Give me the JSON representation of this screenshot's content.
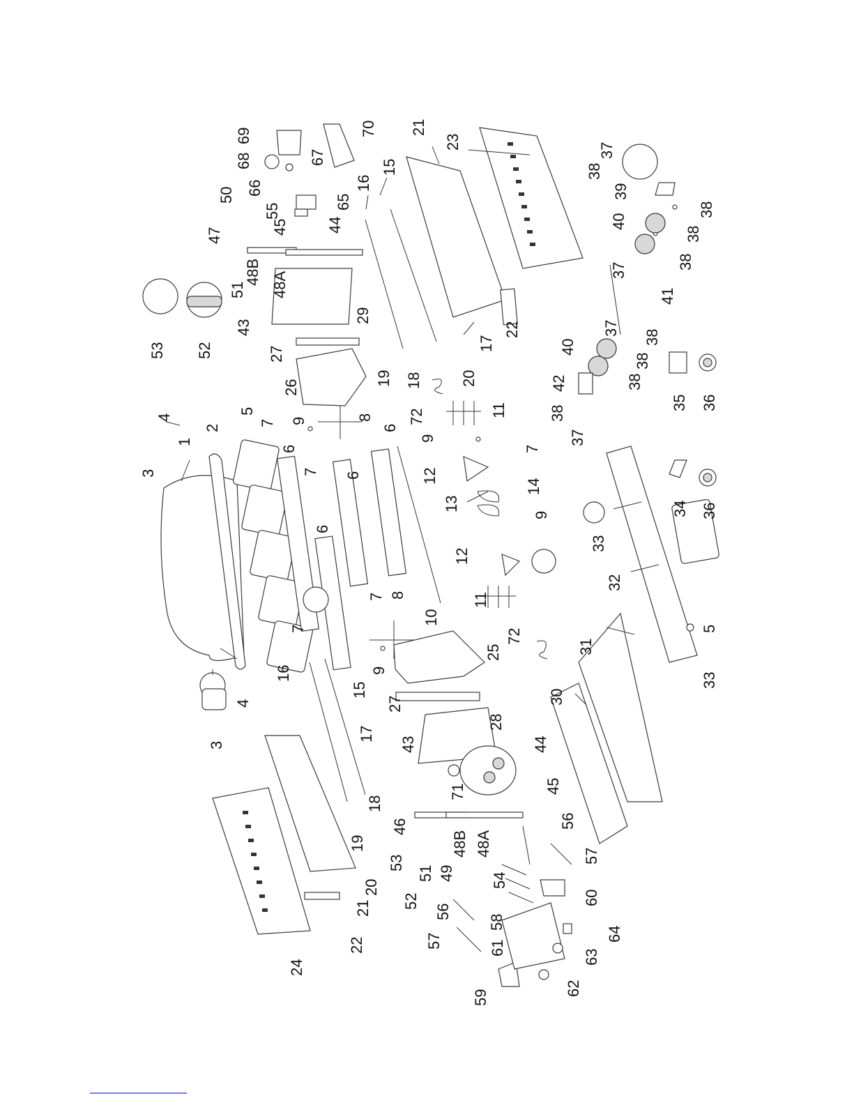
{
  "labels": {
    "p1": "1",
    "p2": "2",
    "p3a": "3",
    "p3b": "3",
    "p4a": "4",
    "p4b": "4",
    "p5a": "5",
    "p5b": "5",
    "p6a": "6",
    "p6b": "6",
    "p6c": "6",
    "p6d": "6",
    "p7a": "7",
    "p7b": "7",
    "p7c": "7",
    "p7d": "7",
    "p7e": "7",
    "p8a": "8",
    "p8b": "8",
    "p9a": "9",
    "p9b": "9",
    "p9c": "9",
    "p9d": "9",
    "p10": "10",
    "p11a": "11",
    "p11b": "11",
    "p12a": "12",
    "p12b": "12",
    "p13": "13",
    "p14": "14",
    "p15a": "15",
    "p15b": "15",
    "p16a": "16",
    "p16b": "16",
    "p17a": "17",
    "p17b": "17",
    "p18a": "18",
    "p18b": "18",
    "p19a": "19",
    "p19b": "19",
    "p20a": "20",
    "p20b": "20",
    "p21a": "21",
    "p21b": "21",
    "p22a": "22",
    "p22b": "22",
    "p23": "23",
    "p24": "24",
    "p25": "25",
    "p26": "26",
    "p27a": "27",
    "p27b": "27",
    "p28": "28",
    "p29": "29",
    "p30": "30",
    "p31": "31",
    "p32": "32",
    "p33a": "33",
    "p33b": "33",
    "p34": "34",
    "p35": "35",
    "p36a": "36",
    "p36b": "36",
    "p37a": "37",
    "p37b": "37",
    "p37c": "37",
    "p37d": "37",
    "p38a": "38",
    "p38b": "38",
    "p38c": "38",
    "p38d": "38",
    "p38e": "38",
    "p38f": "38",
    "p38g": "38",
    "p38h": "38",
    "p39": "39",
    "p40a": "40",
    "p40b": "40",
    "p41": "41",
    "p42": "42",
    "p43a": "43",
    "p43b": "43",
    "p44a": "44",
    "p44b": "44",
    "p45a": "45",
    "p45b": "45",
    "p46": "46",
    "p47": "47",
    "p48Aa": "48A",
    "p48Ab": "48A",
    "p48Ba": "48B",
    "p48Bb": "48B",
    "p49": "49",
    "p50": "50",
    "p51a": "51",
    "p51b": "51",
    "p52a": "52",
    "p52b": "52",
    "p53a": "53",
    "p53b": "53",
    "p54": "54",
    "p55": "55",
    "p56a": "56",
    "p56b": "56",
    "p57a": "57",
    "p57b": "57",
    "p58": "58",
    "p59": "59",
    "p60": "60",
    "p61": "61",
    "p62": "62",
    "p63": "63",
    "p64": "64",
    "p65": "65",
    "p66": "66",
    "p67": "67",
    "p68": "68",
    "p69": "69",
    "p70": "70",
    "p71": "71",
    "p72a": "72",
    "p72b": "72"
  }
}
